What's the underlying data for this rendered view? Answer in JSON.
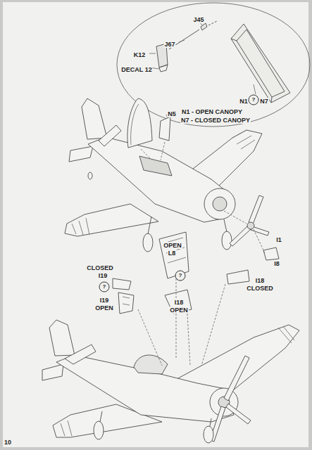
{
  "diagram": {
    "nodes": [
      {
        "text": [
          "?"
        ]
      },
      {
        "text": [
          "?"
        ]
      },
      {
        "text": [
          "?"
        ]
      }
    ],
    "labels": [
      "J45",
      "J67",
      "K12",
      "DECAL 12",
      "N1",
      "N7",
      "N1 - OPEN CANOPY",
      "N7 - CLOSED CANOPY",
      "N5",
      "I1",
      "I8",
      "OPEN",
      "L8",
      "CLOSED",
      "I19",
      "I19",
      "OPEN",
      "I18",
      "CLOSED",
      "I18",
      "OPEN",
      "10"
    ]
  }
}
